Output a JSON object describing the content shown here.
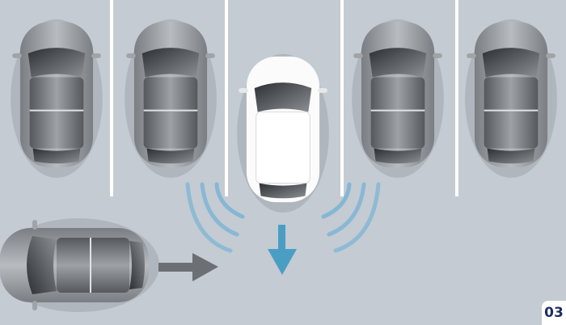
{
  "figure_number": "03",
  "colors": {
    "background": "#c4cbd2",
    "parked_car": "#8e9297",
    "own_car": "#ffffff",
    "sensor_waves": "#5aaad6",
    "reverse_arrow": "#4a9ec4",
    "traffic_arrow": "#6c7075",
    "badge_text": "#1b2f5e"
  },
  "icons": [
    "parked-car",
    "own-car",
    "sensor-wave",
    "reverse-arrow",
    "cross-traffic-car",
    "traffic-direction-arrow"
  ]
}
